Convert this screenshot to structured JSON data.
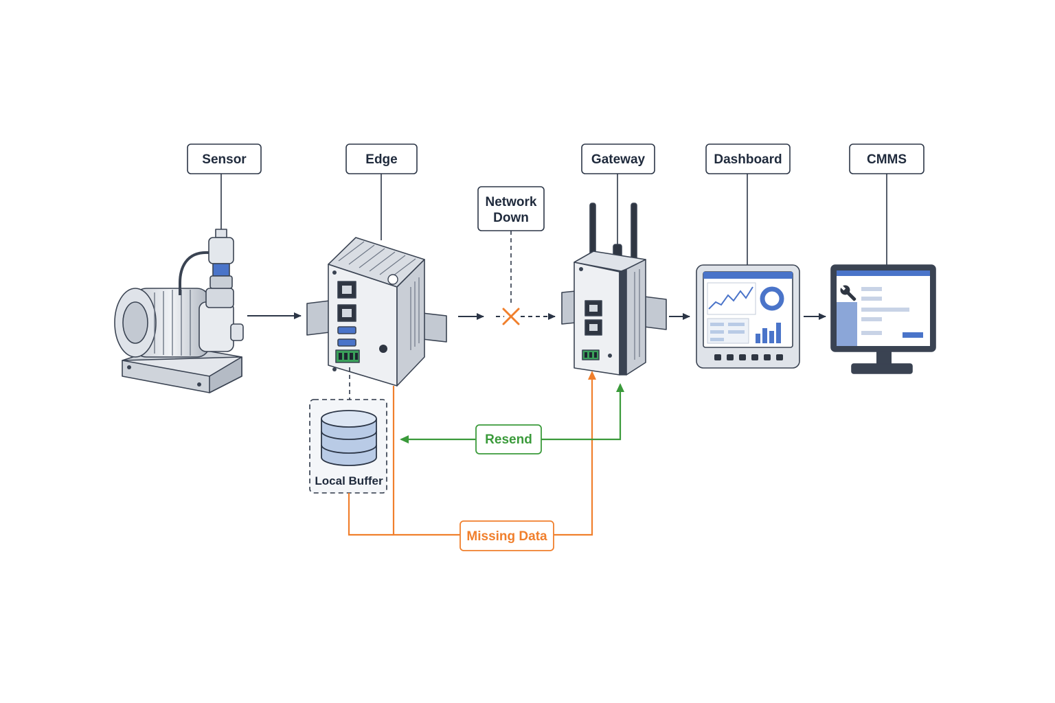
{
  "labels": {
    "sensor": "Sensor",
    "edge": "Edge",
    "network_down_line1": "Network",
    "network_down_line2": "Down",
    "gateway": "Gateway",
    "dashboard": "Dashboard",
    "cmms": "CMMS",
    "local_buffer": "Local Buffer",
    "resend": "Resend",
    "missing_data": "Missing Data"
  },
  "colors": {
    "ink": "#2b3546",
    "resend_green": "#3a9a3a",
    "missing_orange": "#f07f2c",
    "screen_blue": "#4a74c9",
    "buffer_blue": "#b9cbe6"
  },
  "icons": {
    "failure_marker": "x-mark-icon",
    "cmms_tool": "wrench-icon"
  }
}
